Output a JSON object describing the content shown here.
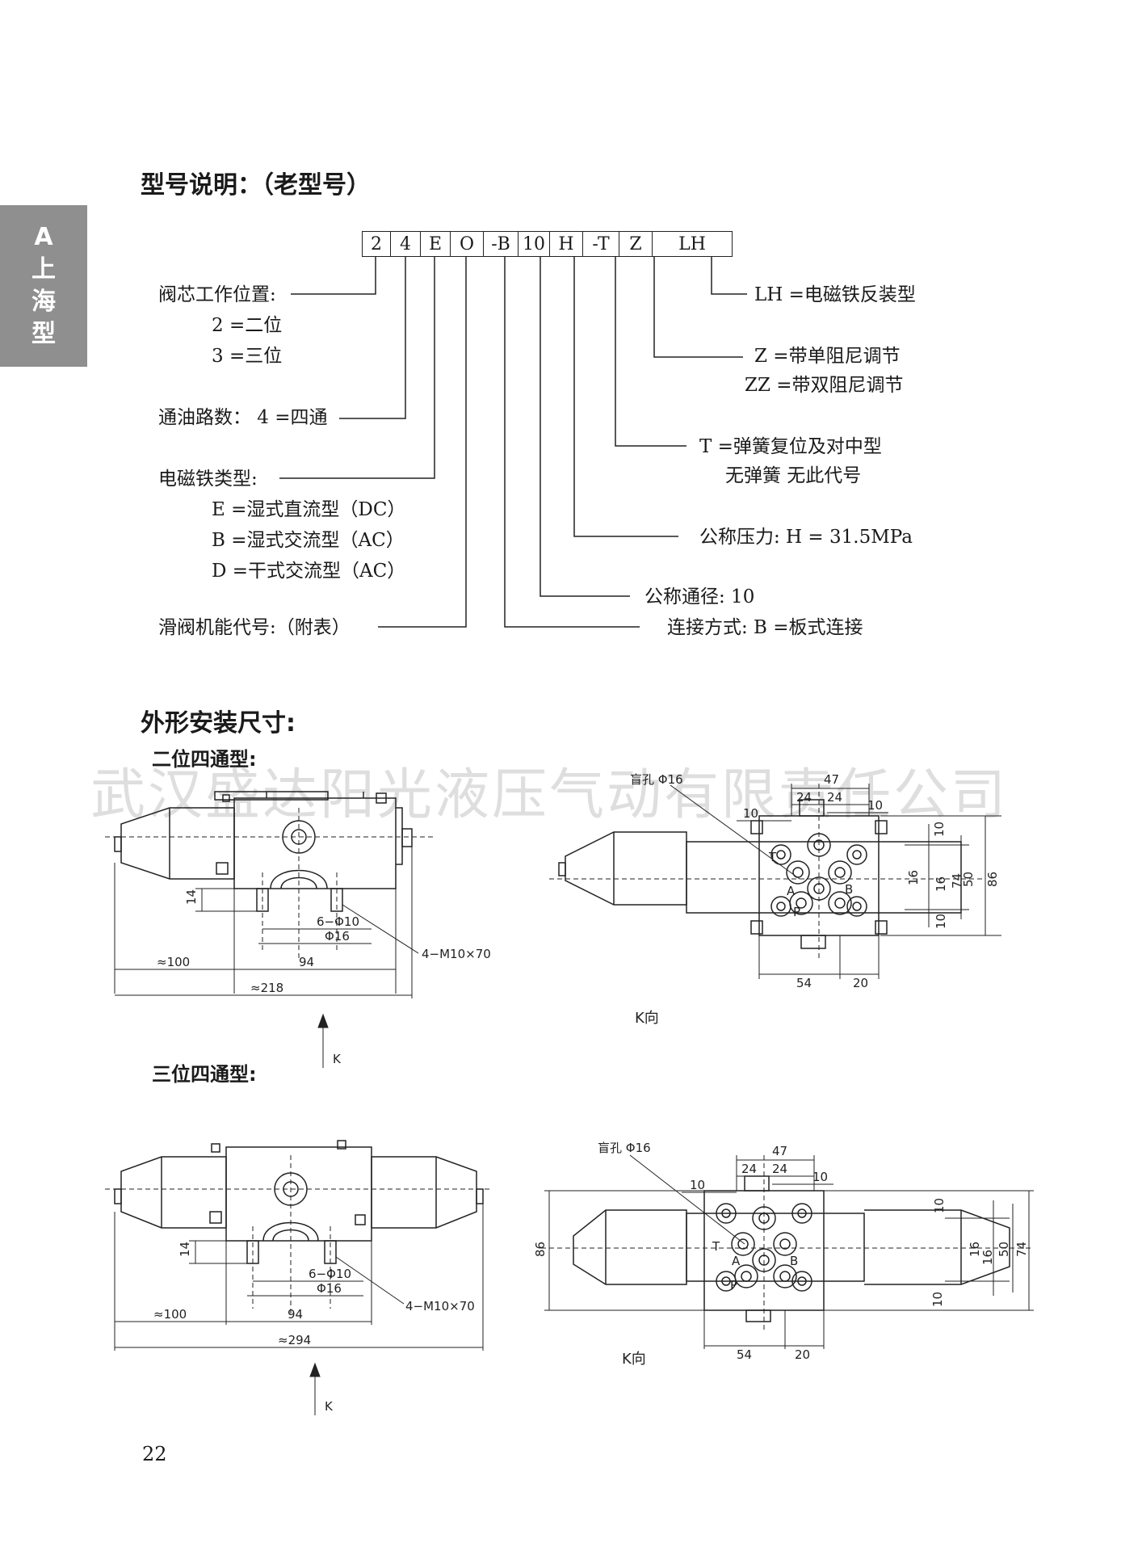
{
  "side_tab": {
    "letter": "A",
    "chars": [
      "上",
      "海",
      "型"
    ]
  },
  "section1": {
    "title": "型号说明：（老型号）"
  },
  "code_cells": [
    "2",
    "4",
    "E",
    "O",
    "-B",
    "10",
    "H",
    "-T",
    "Z",
    "LH"
  ],
  "left_labels": {
    "spool_pos": "阀芯工作位置:",
    "pos2": "2 =二位",
    "pos3": "3 =三位",
    "ports": "通油路数：  4 =四通",
    "magnet_type": "电磁铁类型:",
    "magnet_e": "E =湿式直流型（DC）",
    "magnet_b": "B =湿式交流型（AC）",
    "magnet_d": "D =干式交流型（AC）",
    "spool_func": "滑阀机能代号:（附表）"
  },
  "right_labels": {
    "lh": "LH =电磁铁反装型",
    "z": "Z =带单阻尼调节",
    "zz": "ZZ =带双阻尼调节",
    "t": "T =弹簧复位及对中型",
    "t2": "无弹簧   无此代号",
    "pressure": "公称压力:  H = 31.5MPa",
    "diameter": "公称通径:  10",
    "connection": "连接方式:  B =板式连接"
  },
  "section2": {
    "title": "外形安装尺寸:",
    "sub_two": "二位四通型:",
    "sub_three": "三位四通型:"
  },
  "watermark": "武汉盛达阳光液压气动有限责任公司",
  "dims_two": {
    "d100": "≈100",
    "d218": "≈218",
    "d94": "94",
    "d14": "14",
    "phi10": "6−Φ10",
    "phi16": "Φ16",
    "bolt": "4−M10×70",
    "k": "K",
    "blind": "盲孔 Φ16",
    "d47": "47",
    "d24a": "24",
    "d24b": "24",
    "d10a": "10",
    "d10b": "10",
    "d10c": "10",
    "d16a": "16",
    "d16b": "16",
    "d50": "50",
    "d74": "74",
    "d86": "86",
    "d10d": "10",
    "d54": "54",
    "d20": "20",
    "kview": "K向",
    "pT": "T",
    "pA": "A",
    "pB": "B",
    "pP": "P"
  },
  "dims_three": {
    "d100": "≈100",
    "d294": "≈294",
    "d94": "94",
    "d14": "14",
    "phi10": "6−Φ10",
    "phi16": "Φ16",
    "bolt": "4−M10×70",
    "k": "K",
    "blind": "盲孔 Φ16",
    "d47": "47",
    "d24a": "24",
    "d24b": "24",
    "d10a": "10",
    "d10b": "10",
    "d10c": "10",
    "d16a": "16",
    "d16b": "16",
    "d50": "50",
    "d74": "74",
    "d86": "86",
    "d10d": "10",
    "d54": "54",
    "d20": "20",
    "kview": "K向",
    "pT": "T",
    "pA": "A",
    "pB": "B",
    "pP": "P"
  },
  "page_number": "22"
}
